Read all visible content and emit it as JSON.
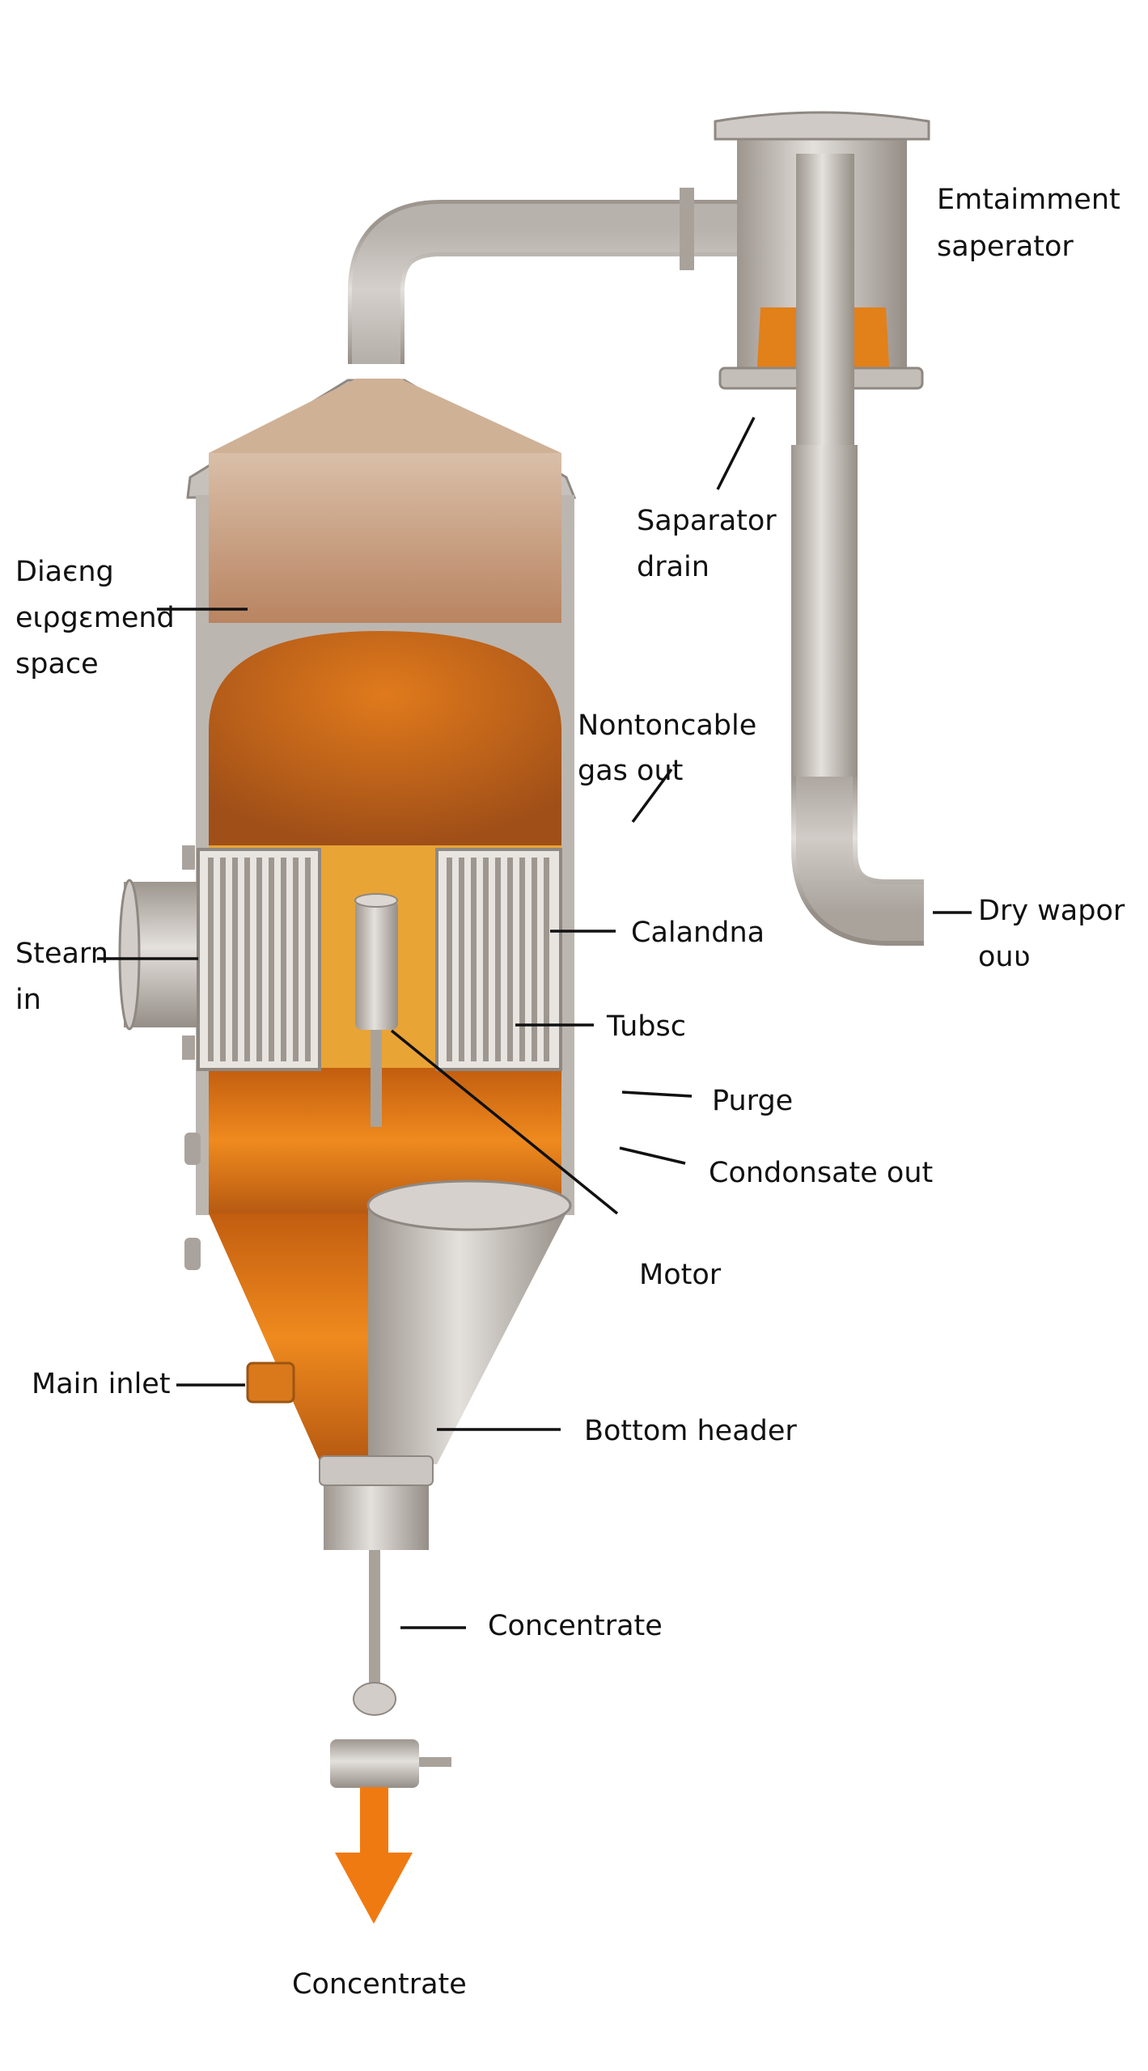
{
  "labels": {
    "entrainment_separator": [
      "Emtaimment",
      "saperator"
    ],
    "separator_drain": [
      "Saparator",
      "drain"
    ],
    "disengagement_space": [
      "Diaєng",
      "eιρgεmend",
      "space"
    ],
    "noncondensable_gas": [
      "Nontoncable",
      "gas out"
    ],
    "steam_in": [
      "Stearn",
      "in"
    ],
    "calandria": "Calandna",
    "tubes": "Tubsc",
    "purge": "Purge",
    "condensate_out": "Condonsate out",
    "dry_vapor_out": [
      "Dry wapor",
      "ouʋ"
    ],
    "motor": "Motor",
    "main_inlet": "Main inlet",
    "bottom_header": "Bottom header",
    "concentrate_mid": "Concentrate",
    "concentrate_bottom": "Concentrate"
  },
  "colors": {
    "metal": "#b9b3ad",
    "liquid": "#d9710f",
    "foam": "#c0651a",
    "vapor": "#c8a68a",
    "outlet_arrow": "#f07a12"
  }
}
